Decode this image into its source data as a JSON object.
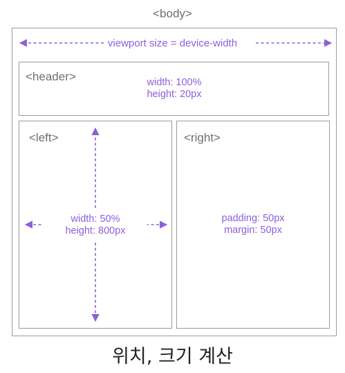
{
  "body_tag": "<body>",
  "viewport_label": "viewport size = device-width",
  "header": {
    "tag": "<header>",
    "width_label": "width: 100%",
    "height_label": "height: 20px"
  },
  "left": {
    "tag": "<left>",
    "width_label": "width: 50%",
    "height_label": "height: 800px"
  },
  "right": {
    "tag": "<right>",
    "padding_label": "padding: 50px",
    "margin_label": "margin: 50px"
  },
  "caption": "위치, 크기 계산",
  "colors": {
    "accent": "#8e5fd9",
    "border": "#9a9a9a",
    "tag_text": "#6e6e6e"
  }
}
